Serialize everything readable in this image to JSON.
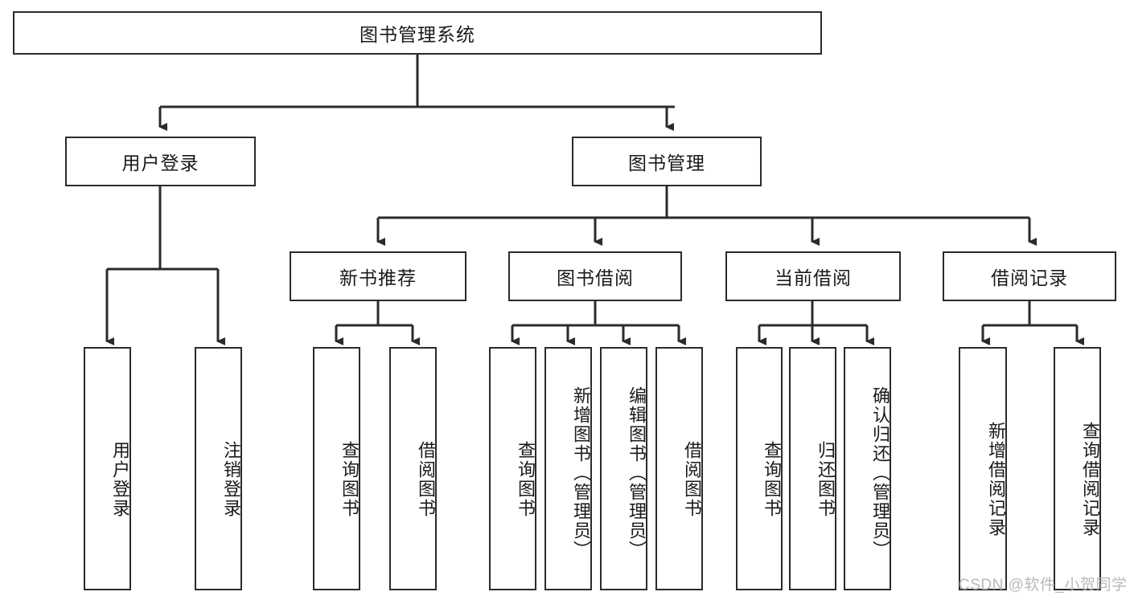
{
  "diagram": {
    "type": "tree-hierarchy",
    "title": "图书管理系统",
    "root": {
      "id": "root",
      "label": "图书管理系统"
    },
    "level2": [
      {
        "id": "user-login",
        "label": "用户登录"
      },
      {
        "id": "book-management",
        "label": "图书管理"
      }
    ],
    "level3": [
      {
        "id": "new-book-recommend",
        "label": "新书推荐",
        "parent": "book-management"
      },
      {
        "id": "book-borrow",
        "label": "图书借阅",
        "parent": "book-management"
      },
      {
        "id": "current-borrow",
        "label": "当前借阅",
        "parent": "book-management"
      },
      {
        "id": "borrow-record",
        "label": "借阅记录",
        "parent": "book-management"
      }
    ],
    "leaves": [
      {
        "id": "leaf-user-login",
        "label": "用户登录",
        "parent": "user-login"
      },
      {
        "id": "leaf-logout",
        "label": "注销登录",
        "parent": "user-login"
      },
      {
        "id": "leaf-query-book-1",
        "label": "查询图书",
        "parent": "new-book-recommend"
      },
      {
        "id": "leaf-borrow-book-1",
        "label": "借阅图书",
        "parent": "new-book-recommend"
      },
      {
        "id": "leaf-query-book-2",
        "label": "查询图书",
        "parent": "book-borrow"
      },
      {
        "id": "leaf-add-book",
        "label": "新增图书（管理员）",
        "parent": "book-borrow"
      },
      {
        "id": "leaf-edit-book",
        "label": "编辑图书（管理员）",
        "parent": "book-borrow"
      },
      {
        "id": "leaf-borrow-book-2",
        "label": "借阅图书",
        "parent": "book-borrow"
      },
      {
        "id": "leaf-query-book-3",
        "label": "查询图书",
        "parent": "current-borrow"
      },
      {
        "id": "leaf-return-book",
        "label": "归还图书",
        "parent": "current-borrow"
      },
      {
        "id": "leaf-confirm-return",
        "label": "确认归还（管理员）",
        "parent": "current-borrow"
      },
      {
        "id": "leaf-add-record",
        "label": "新增借阅记录",
        "parent": "borrow-record"
      },
      {
        "id": "leaf-query-record",
        "label": "查询借阅记录",
        "parent": "borrow-record"
      }
    ],
    "watermark": "CSDN @软件_小贺同学",
    "colors": {
      "stroke": "#2b2b2b",
      "fill": "#ffffff",
      "text": "#1a1a1a",
      "watermark": "#b8b8b8"
    }
  }
}
